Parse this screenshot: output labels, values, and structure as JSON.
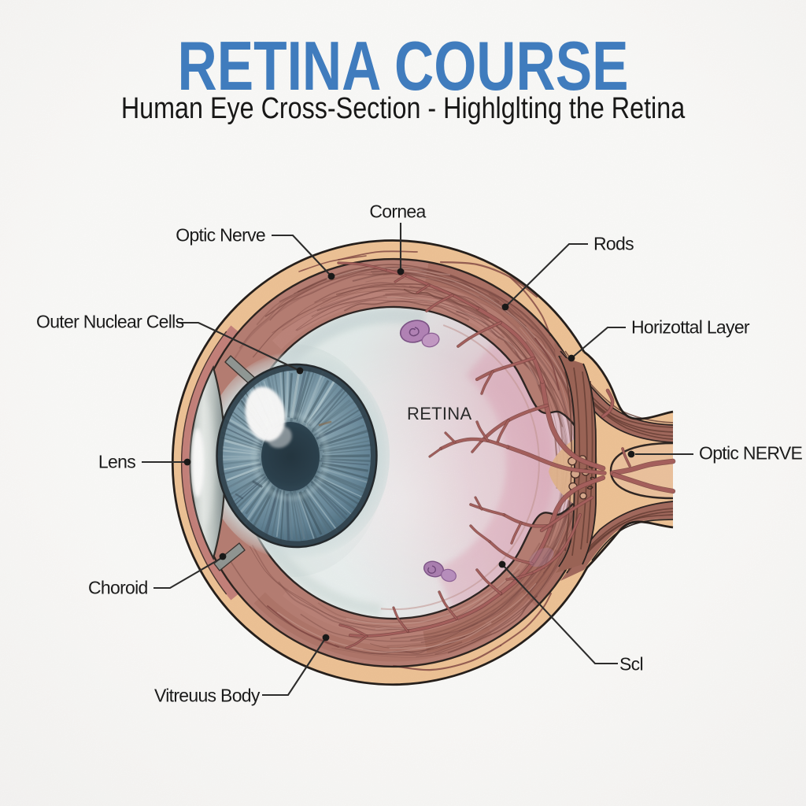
{
  "title": "RETINA COURSE",
  "subtitle": "Human Eye Cross-Section - Highlglting the Retina",
  "diagram": {
    "center_label": "RETINA",
    "labels": {
      "optic_nerve_top": "Optic Nerve",
      "cornea": "Cornea",
      "rods": "Rods",
      "outer_nuclear_cells": "Outer Nuclear Cells",
      "horizontal_layer": "Horizottal Layer",
      "lens": "Lens",
      "optic_nerve_right": "Optic NERVE",
      "choroid": "Choroid",
      "scl": "Scl",
      "vitreous_body": "Vitreuus Body"
    }
  },
  "colors": {
    "title_blue": "#3e7dc2",
    "label_text": "#1b1b1b",
    "leader_line": "#2a2a2a",
    "sclera_tan": "#edbf94",
    "choroid_red": "#b1776d",
    "ciliary_pink": "#c9847f",
    "vessel_red": "#a65f5c",
    "interior_pale": "#e3edec",
    "retina_pink": "#dfa3b5",
    "iris_blue": "#8aa8b6",
    "pupil_dark": "#2a414e",
    "lens_grey": "#a2aca9",
    "cell_purple": "#b383b8",
    "background": "#fbfbfa"
  }
}
